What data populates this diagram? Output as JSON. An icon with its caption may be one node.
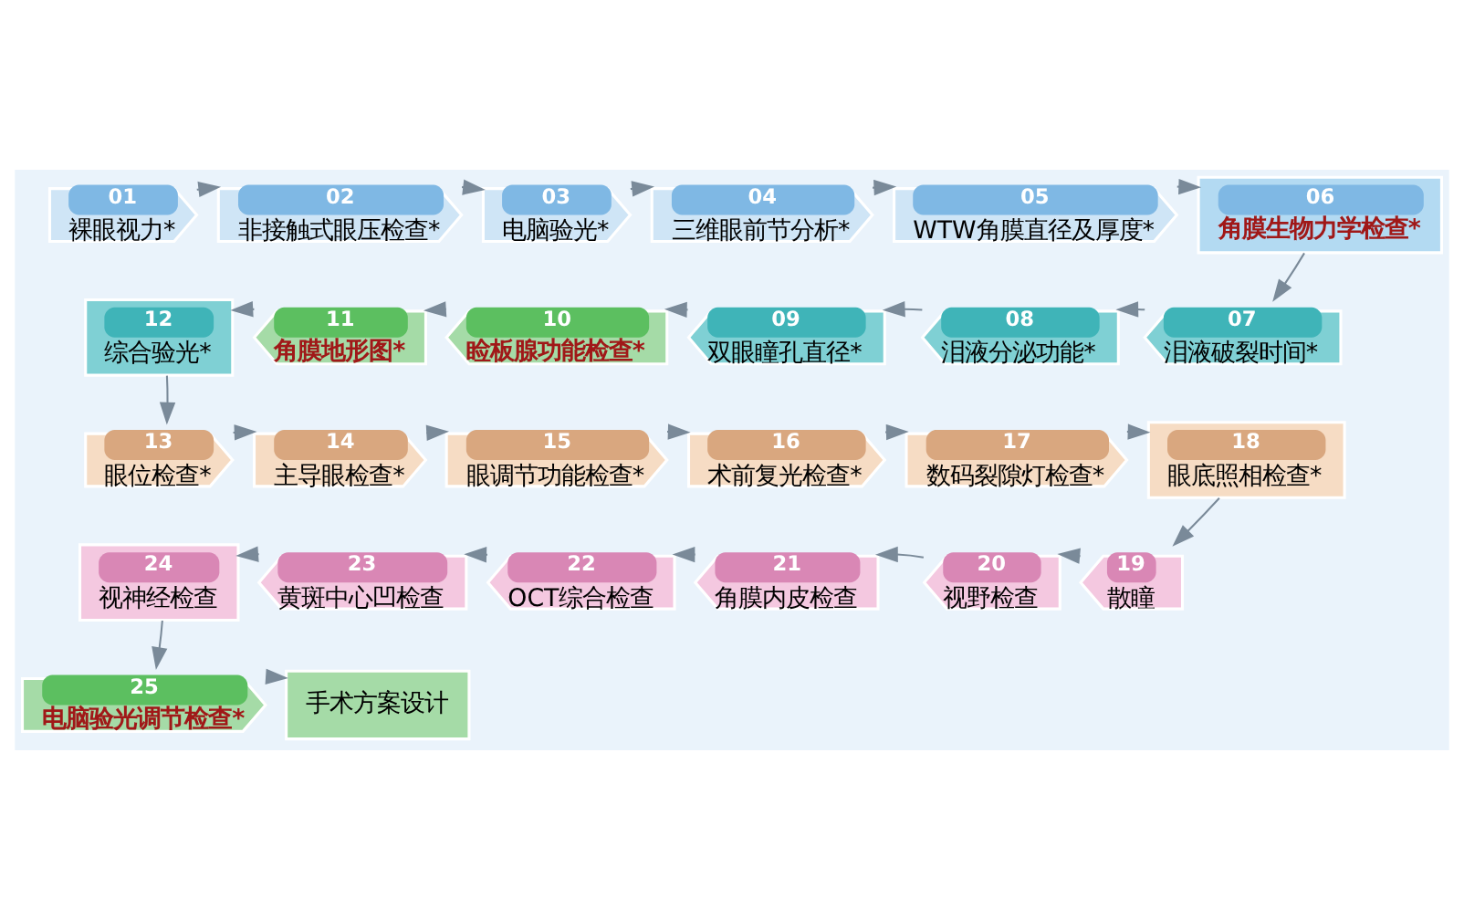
{
  "diagram": {
    "nodes": [
      {
        "text": [
          "01",
          "裸眼视力*"
        ]
      },
      {
        "text": [
          "02",
          "非接触式眼压检查*"
        ]
      },
      {
        "text": [
          "03",
          "电脑验光*"
        ]
      },
      {
        "text": [
          "04",
          "三维眼前节分析*"
        ]
      },
      {
        "text": [
          "05",
          "WTW角膜直径及厚度*"
        ]
      },
      {
        "text": [
          "06",
          "角膜生物力学检查*"
        ]
      },
      {
        "text": [
          "07",
          "泪液破裂时间*"
        ]
      },
      {
        "text": [
          "08",
          "泪液分泌功能*"
        ]
      },
      {
        "text": [
          "09",
          "双眼瞳孔直径*"
        ]
      },
      {
        "text": [
          "10",
          "睑板腺功能检查*"
        ]
      },
      {
        "text": [
          "11",
          "角膜地形图*"
        ]
      },
      {
        "text": [
          "12",
          "综合验光*"
        ]
      },
      {
        "text": [
          "13",
          "眼位检查*"
        ]
      },
      {
        "text": [
          "14",
          "主导眼检查*"
        ]
      },
      {
        "text": [
          "15",
          "眼调节功能检查*"
        ]
      },
      {
        "text": [
          "16",
          "术前复光检查*"
        ]
      },
      {
        "text": [
          "17",
          "数码裂隙灯检查*"
        ]
      },
      {
        "text": [
          "18",
          "眼底照相检查*"
        ]
      },
      {
        "text": [
          "19",
          "散瞳"
        ]
      },
      {
        "text": [
          "20",
          "视野检查"
        ]
      },
      {
        "text": [
          "21",
          "角膜内皮检查"
        ]
      },
      {
        "text": [
          "22",
          "OCT综合检查"
        ]
      },
      {
        "text": [
          "23",
          "黄斑中心凹检查"
        ]
      },
      {
        "text": [
          "24",
          "视神经检查"
        ]
      },
      {
        "text": [
          "25",
          "电脑验光调节检查*"
        ]
      },
      {
        "text": [
          "手术方案设计"
        ]
      }
    ],
    "edges": [
      {
        "from": 0,
        "to": 1,
        "arrow": "to"
      },
      {
        "from": 1,
        "to": 2,
        "arrow": "to"
      },
      {
        "from": 2,
        "to": 3,
        "arrow": "to"
      },
      {
        "from": 3,
        "to": 4,
        "arrow": "to"
      },
      {
        "from": 4,
        "to": 5,
        "arrow": "to"
      },
      {
        "from": 5,
        "to": 6,
        "arrow": "to"
      },
      {
        "from": 6,
        "to": 7,
        "arrow": "to"
      },
      {
        "from": 7,
        "to": 8,
        "arrow": "to"
      },
      {
        "from": 8,
        "to": 9,
        "arrow": "to"
      },
      {
        "from": 9,
        "to": 10,
        "arrow": "to"
      },
      {
        "from": 10,
        "to": 11,
        "arrow": "to"
      },
      {
        "from": 11,
        "to": 12,
        "arrow": "to"
      },
      {
        "from": 12,
        "to": 13,
        "arrow": "to"
      },
      {
        "from": 13,
        "to": 14,
        "arrow": "to"
      },
      {
        "from": 14,
        "to": 15,
        "arrow": "to"
      },
      {
        "from": 15,
        "to": 16,
        "arrow": "to"
      },
      {
        "from": 16,
        "to": 17,
        "arrow": "to"
      },
      {
        "from": 17,
        "to": 18,
        "arrow": "to"
      },
      {
        "from": 18,
        "to": 19,
        "arrow": "to"
      },
      {
        "from": 19,
        "to": 20,
        "arrow": "to"
      },
      {
        "from": 20,
        "to": 21,
        "arrow": "to"
      },
      {
        "from": 21,
        "to": 22,
        "arrow": "to"
      },
      {
        "from": 22,
        "to": 23,
        "arrow": "to"
      },
      {
        "from": 23,
        "to": 24,
        "arrow": "to"
      },
      {
        "from": 24,
        "to": 25,
        "arrow": "to"
      }
    ]
  }
}
